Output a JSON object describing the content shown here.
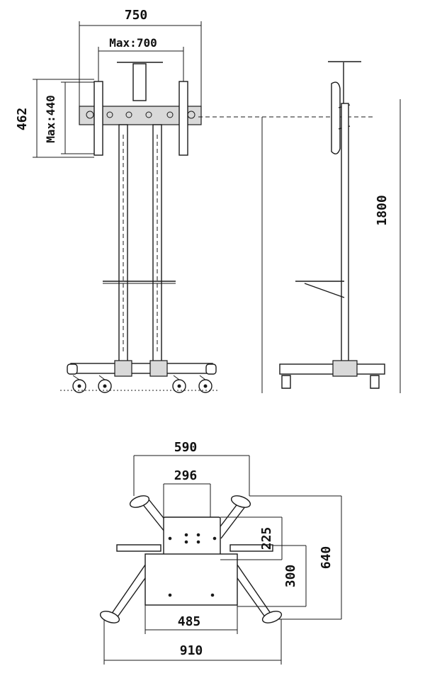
{
  "front_view": {
    "dims": {
      "overall_width": "750",
      "max_width": "Max:700",
      "overall_height": "462",
      "max_height": "Max:440"
    }
  },
  "side_view": {
    "dims": {
      "height": "1800"
    }
  },
  "top_view": {
    "dims": {
      "base_outer_width": "590",
      "plate_width": "296",
      "plate_height": "225",
      "tray_depth": "300",
      "base_depth": "640",
      "tray_width": "485",
      "overall_width": "910"
    }
  }
}
